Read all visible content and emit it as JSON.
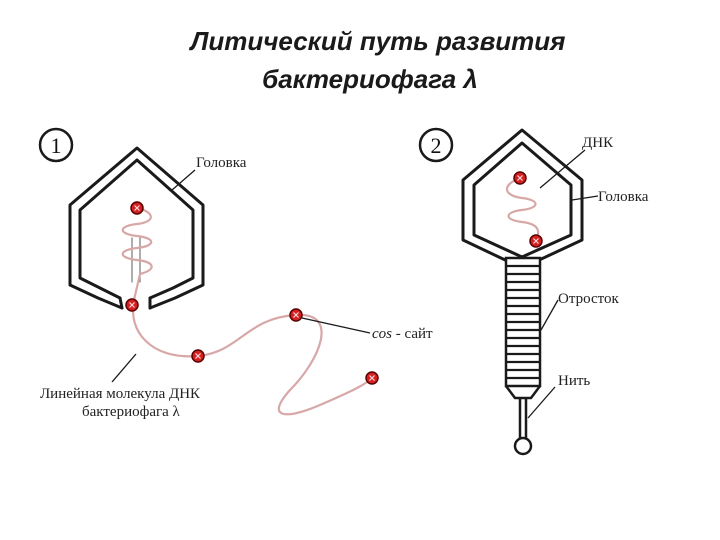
{
  "title": {
    "line1": "Литический путь развития",
    "line2": "бактериофага λ"
  },
  "panel1": {
    "number": "1",
    "head_label": "Головка",
    "cos_label_italic": "cos",
    "cos_label_rest": " - сайт",
    "dna_label_line1": "Линейная молекула ДНК",
    "dna_label_line2": "бактериофага λ"
  },
  "panel2": {
    "number": "2",
    "dna_label": "ДНК",
    "head_label": "Головка",
    "tail_label": "Отросток",
    "fiber_label": "Нить"
  },
  "colors": {
    "outline": "#1a1a1a",
    "dna_strand": "#d8a8a8",
    "marker_fill": "#d42020"
  }
}
